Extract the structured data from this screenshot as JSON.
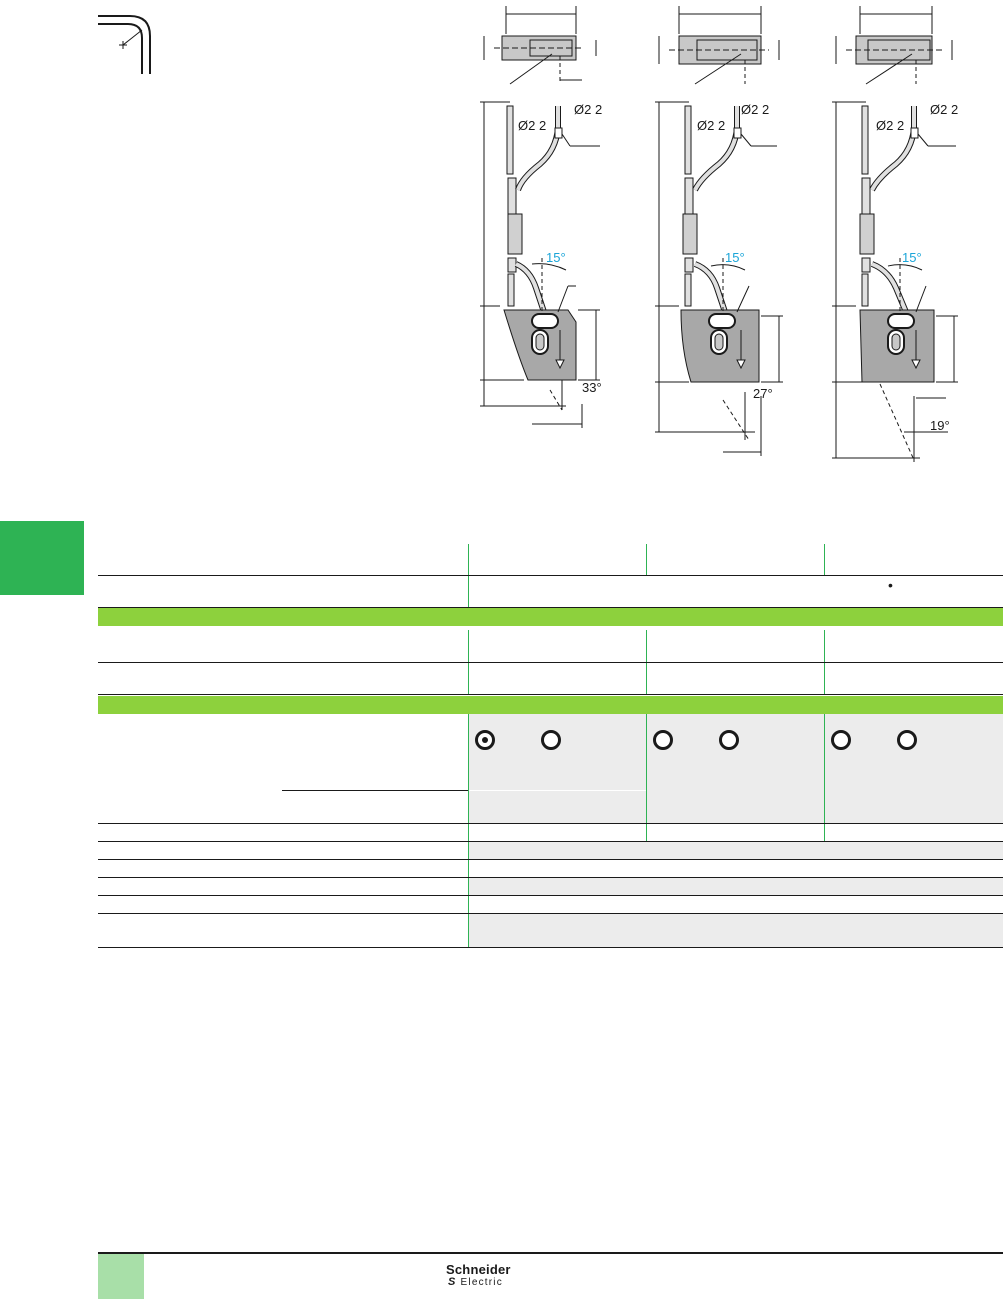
{
  "drawings": {
    "diameter_left_1": "Ø2 2",
    "diameter_right_1": "Ø2 2",
    "angle_15_1": "15°",
    "angle_bottom_1": "33°",
    "diameter_left_2": "Ø2 2",
    "diameter_right_2": "Ø2 2",
    "angle_15_2": "15°",
    "angle_bottom_2": "27°",
    "diameter_left_3": "Ø2 2",
    "diameter_right_3": "Ø2 2",
    "angle_15_3": "15°",
    "angle_bottom_3": "19°"
  },
  "table": {
    "bullet": "•"
  },
  "colors": {
    "green_tab": "#2eb354",
    "band_green": "#8dd13d",
    "cell_gray": "#ececec",
    "angle_blue": "#1aa5d8"
  },
  "footer": {
    "brand": "Schneider",
    "brand_sub": "Electric"
  }
}
